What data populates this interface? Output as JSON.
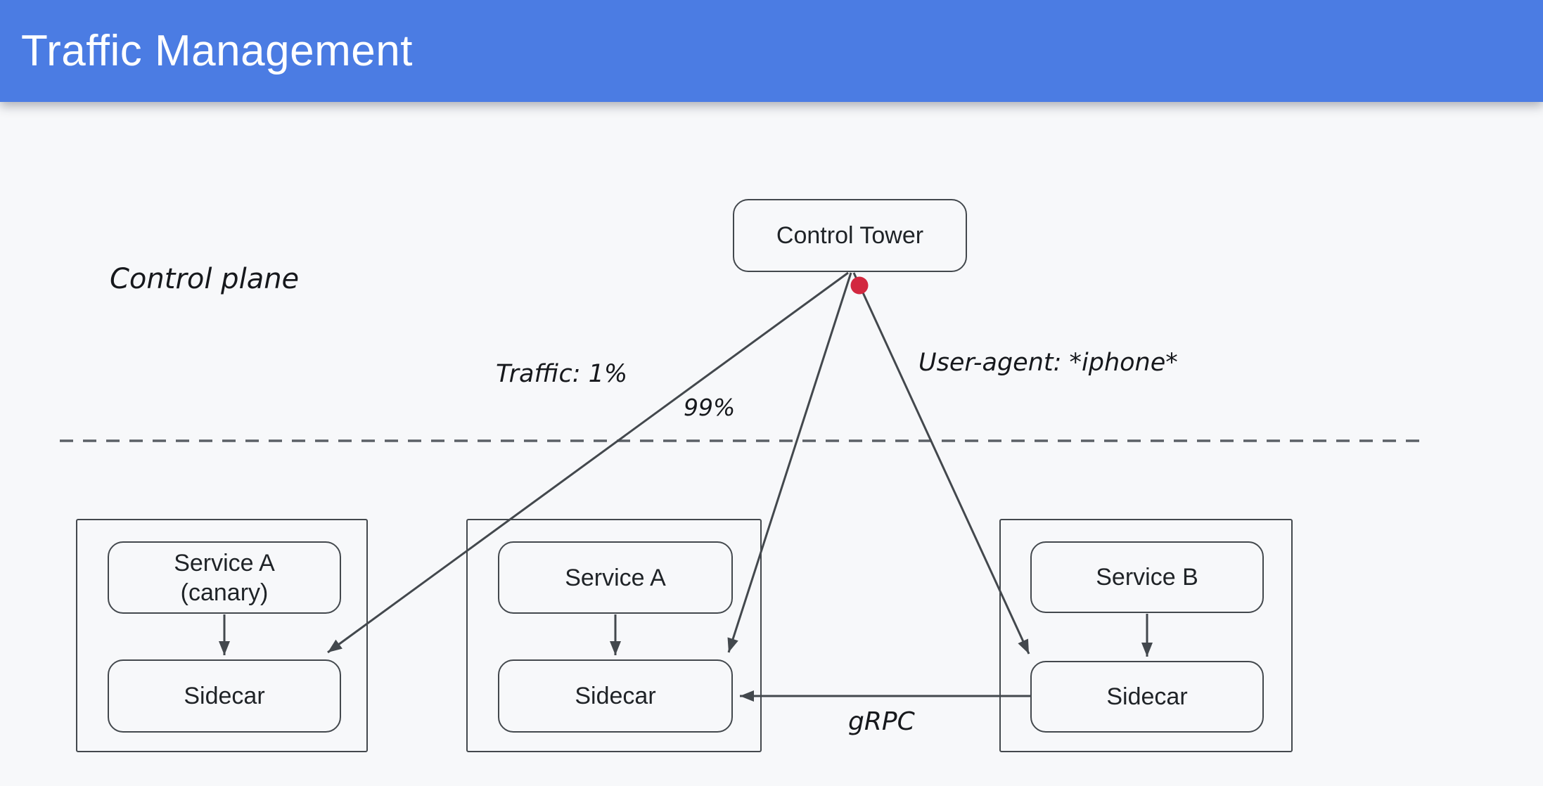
{
  "header": {
    "title": "Traffic Management",
    "background_color": "#4b7ce3",
    "text_color": "#ffffff"
  },
  "diagram": {
    "control_tower_label": "Control Tower",
    "plane_label": "Control plane",
    "edges": {
      "canary_edge_label": "Traffic: 1%",
      "primary_edge_label": "99%",
      "service_b_edge_label": "User-agent: *iphone*",
      "grpc_edge_label": "gRPC"
    },
    "groups": [
      {
        "service_line1": "Service A",
        "service_line2": "(canary)",
        "sidecar_label": "Sidecar"
      },
      {
        "service_line1": "Service A",
        "sidecar_label": "Sidecar"
      },
      {
        "service_line1": "Service B",
        "sidecar_label": "Sidecar"
      }
    ],
    "colors": {
      "line": "#43484d",
      "red_dot": "#d22840",
      "canvas_background": "#f7f8fa"
    }
  }
}
